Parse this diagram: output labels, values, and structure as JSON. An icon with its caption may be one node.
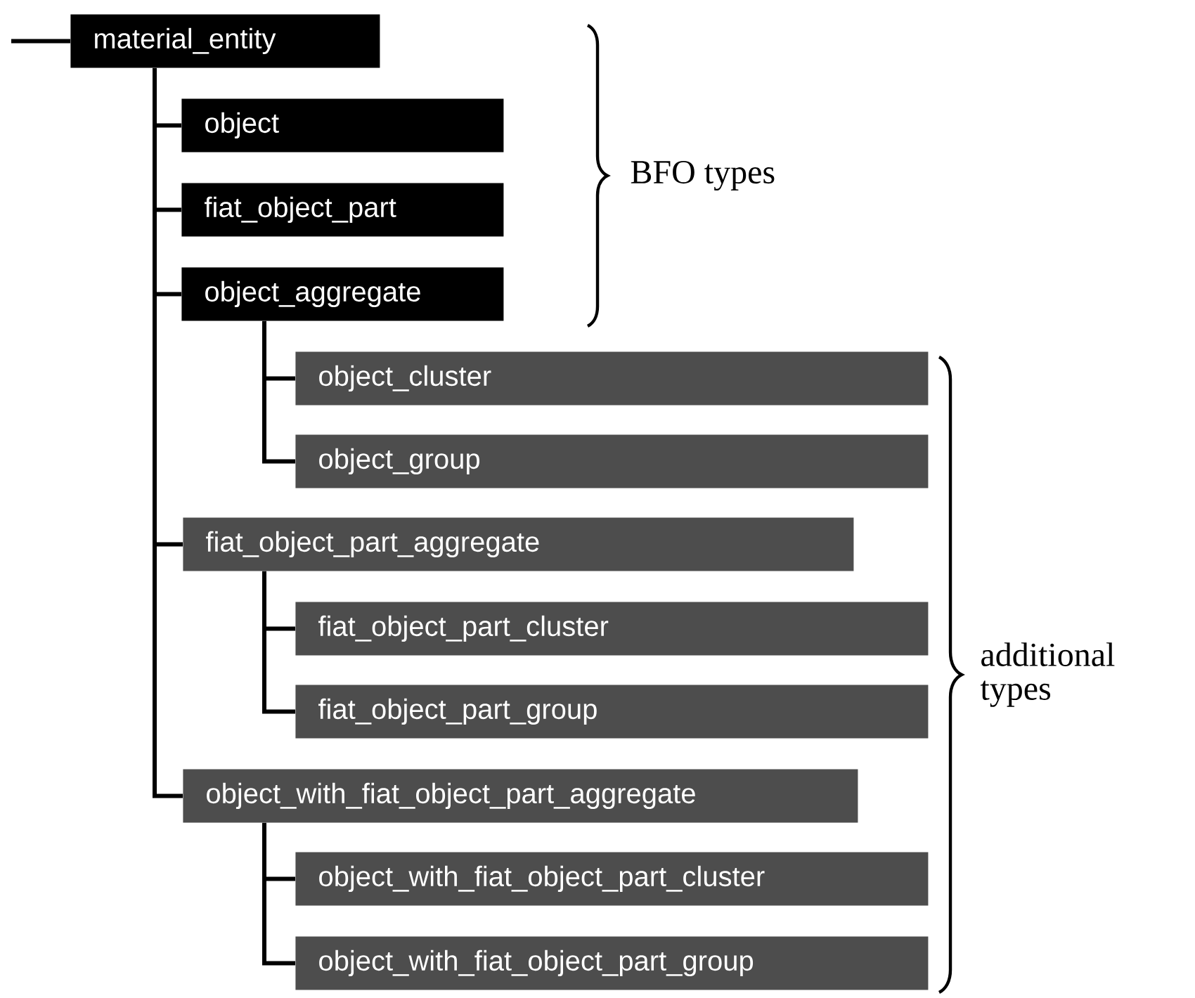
{
  "diagram": {
    "nodes": [
      {
        "text": [
          "material_entity"
        ]
      },
      {
        "text": [
          "object"
        ]
      },
      {
        "text": [
          "fiat_object_part"
        ]
      },
      {
        "text": [
          "object_aggregate"
        ]
      },
      {
        "text": [
          "object_cluster"
        ]
      },
      {
        "text": [
          "object_group"
        ]
      },
      {
        "text": [
          "fiat_object_part_aggregate"
        ]
      },
      {
        "text": [
          "fiat_object_part_cluster"
        ]
      },
      {
        "text": [
          "fiat_object_part_group"
        ]
      },
      {
        "text": [
          "object_with_fiat_object_part_aggregate"
        ]
      },
      {
        "text": [
          "object_with_fiat_object_part_cluster"
        ]
      },
      {
        "text": [
          "object_with_fiat_object_part_group"
        ]
      }
    ],
    "edges": [
      {
        "from": null,
        "to": 0,
        "arrow": "none"
      },
      {
        "from": 0,
        "to": 1,
        "arrow": "none"
      },
      {
        "from": 0,
        "to": 2,
        "arrow": "none"
      },
      {
        "from": 0,
        "to": 3,
        "arrow": "none"
      },
      {
        "from": 3,
        "to": 4,
        "arrow": "none"
      },
      {
        "from": 3,
        "to": 5,
        "arrow": "none"
      },
      {
        "from": 0,
        "to": 6,
        "arrow": "none"
      },
      {
        "from": 6,
        "to": 7,
        "arrow": "none"
      },
      {
        "from": 6,
        "to": 8,
        "arrow": "none"
      },
      {
        "from": 0,
        "to": 9,
        "arrow": "none"
      },
      {
        "from": 9,
        "to": 10,
        "arrow": "none"
      },
      {
        "from": 9,
        "to": 11,
        "arrow": "none"
      }
    ],
    "labels": [
      "BFO types",
      "additional types"
    ]
  }
}
